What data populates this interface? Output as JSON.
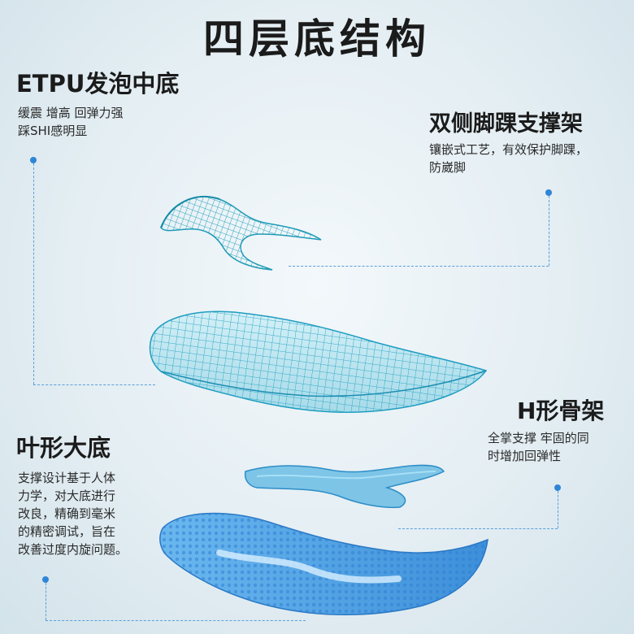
{
  "title": "四层底结构",
  "sections": {
    "etpu": {
      "heading": "ETPU发泡中底",
      "lines": [
        "缓震 增高 回弹力强",
        "踩SHI感明显"
      ]
    },
    "ankle": {
      "heading": "双侧脚踝支撑架",
      "lines": [
        "镶嵌式工艺，有效保护脚踝，",
        "防崴脚"
      ]
    },
    "hframe": {
      "heading": "H形骨架",
      "lines": [
        "全掌支撑 牢固的同",
        "时增加回弹性"
      ]
    },
    "outsole": {
      "heading": "叶形大底",
      "lines": [
        "支撑设计基于人体",
        "力学，对大底进行",
        "改良，精确到毫米",
        "的精密调试，旨在",
        "改善过度内旋问题。"
      ]
    }
  },
  "colors": {
    "accent": "#2f86d6",
    "mesh": "#3bb0c9",
    "sole": "#4d9fe0"
  }
}
